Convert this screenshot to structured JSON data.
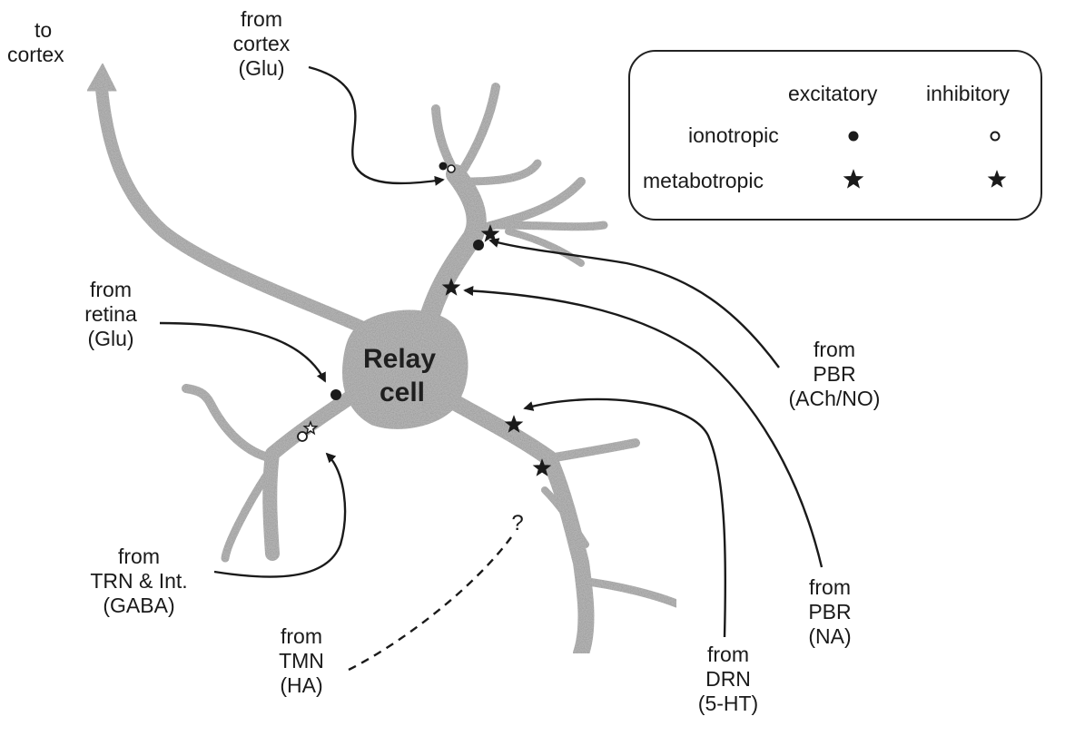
{
  "cell_label": [
    "Relay",
    "cell"
  ],
  "labels": {
    "to_cortex": [
      "to",
      "cortex"
    ],
    "from_cortex": [
      "from",
      "cortex",
      "(Glu)"
    ],
    "from_retina": [
      "from",
      "retina",
      "(Glu)"
    ],
    "from_trn": [
      "from",
      "TRN & Int.",
      "(GABA)"
    ],
    "from_tmn": [
      "from",
      "TMN",
      "(HA)"
    ],
    "from_drn": [
      "from",
      "DRN",
      "(5-HT)"
    ],
    "from_pbr_na": [
      "from",
      "PBR",
      "(NA)"
    ],
    "from_pbr_ach": [
      "from",
      "PBR",
      "(ACh/NO)"
    ],
    "question": "?"
  },
  "legend": {
    "col_excitatory": "excitatory",
    "col_inhibitory": "inhibitory",
    "row_ionotropic": "ionotropic",
    "row_metabotropic": "metabotropic",
    "ionotropic_excitatory_symbol": "filled-dot",
    "ionotropic_inhibitory_symbol": "open-dot",
    "metabotropic_excitatory_symbol": "filled-star",
    "metabotropic_inhibitory_symbol": "filled-star"
  },
  "colors": {
    "neuron_fill": "#b4b4b4",
    "ink": "#1a1a1a"
  }
}
